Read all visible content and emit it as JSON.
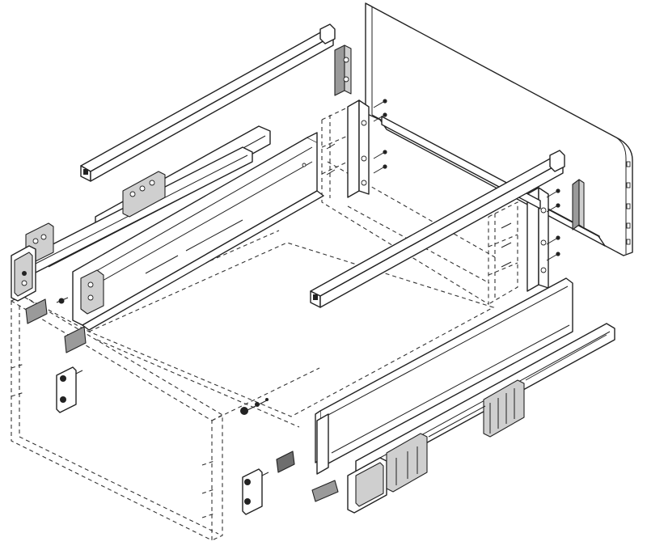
{
  "colors": {
    "line": "#222222",
    "paper": "#ffffff",
    "part_grey": "#9a9a9a",
    "dark_grey": "#6e6e6e",
    "light_grey": "#cfcfcf"
  },
  "parts": [
    {
      "name": "back-panel",
      "icon": "panel-outline"
    },
    {
      "name": "top-rail-rear",
      "icon": "rail-bar"
    },
    {
      "name": "top-rail-front",
      "icon": "rail-bar"
    },
    {
      "name": "left-drawer-side",
      "icon": "drawer-side"
    },
    {
      "name": "right-drawer-side",
      "icon": "drawer-side"
    },
    {
      "name": "left-runner",
      "icon": "runner"
    },
    {
      "name": "right-runner",
      "icon": "runner"
    },
    {
      "name": "rear-brackets",
      "icon": "bracket"
    },
    {
      "name": "front-fixing-brackets",
      "icon": "bracket"
    },
    {
      "name": "grey-clips",
      "icon": "clip"
    },
    {
      "name": "screws",
      "icon": "screw"
    }
  ]
}
